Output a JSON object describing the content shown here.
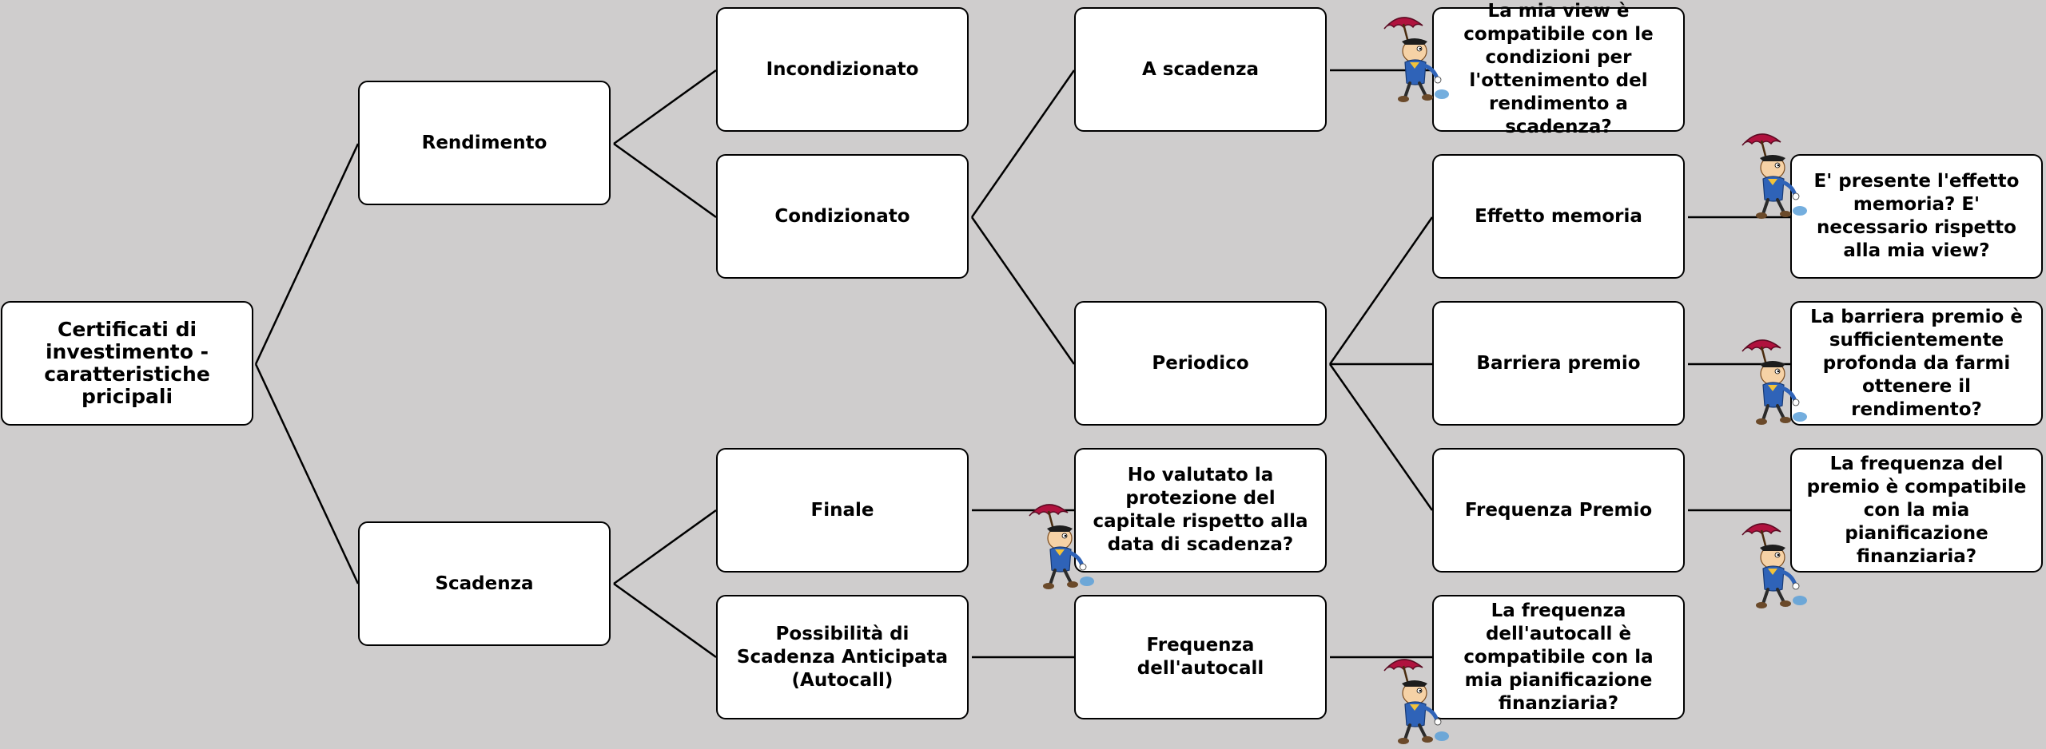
{
  "nodes": {
    "root": "Certificati di investimento - caratteristiche pricipali",
    "rendimento": "Rendimento",
    "scadenza": "Scadenza",
    "incondizionato": "Incondizionato",
    "condizionato": "Condizionato",
    "finale": "Finale",
    "autocall": "Possibilità di Scadenza Anticipata (Autocall)",
    "a_scadenza": "A scadenza",
    "periodico": "Periodico",
    "protezione_q": "Ho valutato la protezione del capitale rispetto alla data di scadenza?",
    "freq_autocall": "Frequenza dell'autocall",
    "view_q": "La mia view è compatibile con le condizioni per l'ottenimento del rendimento a scadenza?",
    "effetto_memoria": "Effetto memoria",
    "barriera_premio": "Barriera premio",
    "frequenza_premio": "Frequenza Premio",
    "autocall_q": "La frequenza dell'autocall è compatibile con la mia pianificazione finanziaria?",
    "memoria_q": "E' presente l'effetto memoria? E' necessario rispetto alla mia view?",
    "barriera_q": "La barriera premio è sufficientemente profonda da farmi ottenere il rendimento?",
    "frequenza_q": "La frequenza del premio è compatibile con la mia pianificazione finanziaria?"
  },
  "colors": {
    "background": "#cfcdcd",
    "box_fill": "#ffffff",
    "box_border": "#000000",
    "umbrella": "#b0123e",
    "cricket_coat": "#2f63b8",
    "cricket_skin": "#f6d2a6"
  },
  "icons": [
    "umbrella-cricket-icon"
  ]
}
